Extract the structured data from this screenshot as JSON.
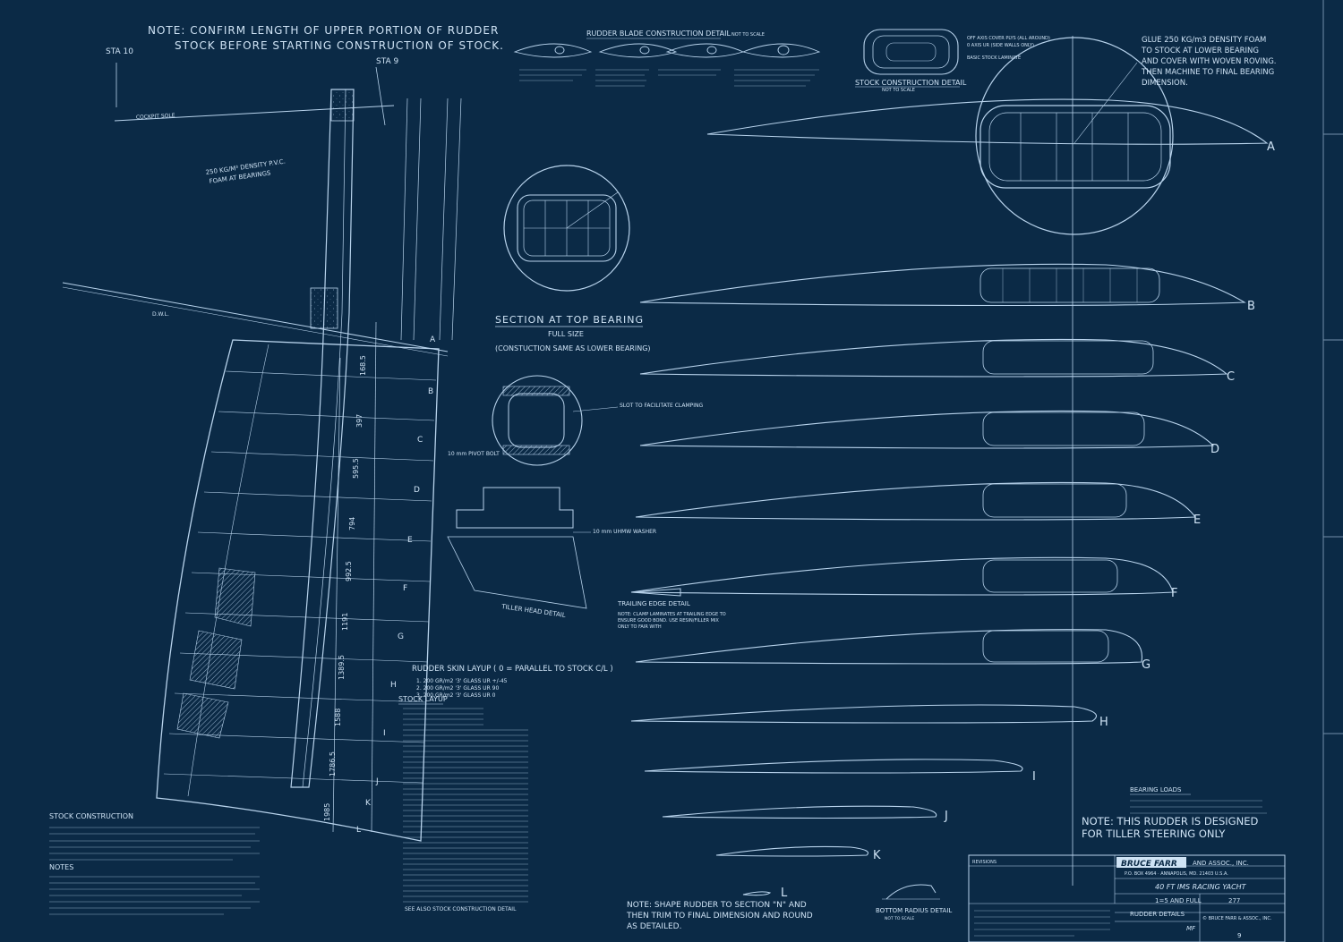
{
  "notes": {
    "confirm_length_1": "NOTE: CONFIRM LENGTH OF UPPER PORTION OF RUDDER",
    "confirm_length_2": "STOCK BEFORE STARTING CONSTRUCTION OF STOCK.",
    "sta10": "STA 10",
    "sta9": "STA 9",
    "cockpit_sole": "COCKPIT SOLE",
    "dwl": "D.W.L.",
    "foam_label_1": "250 KG/M³ DENSITY P.V.C.",
    "foam_label_2": "FOAM AT BEARINGS",
    "shape_rudder_1": "NOTE: SHAPE RUDDER TO SECTION \"N\" AND",
    "shape_rudder_2": "THEN TRIM TO FINAL DIMENSION AND ROUND",
    "shape_rudder_3": "AS DETAILED.",
    "tiller_1": "NOTE: THIS RUDDER IS DESIGNED",
    "tiller_2": "FOR TILLER STEERING ONLY",
    "glue_1": "GLUE 250 KG/m3 DENSITY FOAM",
    "glue_2": "TO STOCK AT LOWER BEARING",
    "glue_3": "AND COVER WITH WOVEN ROVING.",
    "glue_4": "THEN MACHINE TO FINAL BEARING",
    "glue_5": "DIMENSION."
  },
  "details": {
    "blade_construction": "RUDDER BLADE CONSTRUCTION DETAIL",
    "not_to_scale": "NOT TO SCALE",
    "stock_construction_detail": "STOCK CONSTRUCTION DETAIL",
    "off_axis": "OFF AXIS COVER PLYS (ALL AROUND)",
    "zero_axis": "0 AXIS UR (SIDE WALLS ONLY)",
    "basic_stock": "BASIC STOCK LAMINATE",
    "section_top": "SECTION AT TOP BEARING",
    "full_size": "FULL SIZE",
    "construction_same": "(CONSTUCTION SAME AS LOWER BEARING)",
    "slot_label": "SLOT TO FACILITATE CLAMPING",
    "pivot_bolt": "10 mm PIVOT BOLT",
    "uhmw_washer": "10 mm UHMW WASHER",
    "tiller_head": "TILLER HEAD DETAIL",
    "trailing_edge": "TRAILING EDGE DETAIL",
    "trailing_note_1": "NOTE: CLAMP LAMINATES AT TRAILING EDGE TO",
    "trailing_note_2": "ENSURE GOOD BOND. USE RESIN/FILLER MIX",
    "trailing_note_3": "ONLY TO FAIR WITH",
    "bottom_radius": "BOTTOM RADIUS DETAIL",
    "skin_layup": "RUDDER SKIN LAYUP ( 0 = PARALLEL TO STOCK C/L )",
    "skin_row_1": "1. 200 GR/m2 '3' GLASS UR +/-45",
    "skin_row_2": "2. 200 GR/m2 '3' GLASS UR 90",
    "skin_row_3": "3. 200 GR/m2 '3' GLASS UR 0",
    "stock_layup": "STOCK LAYUP",
    "see_also": "SEE ALSO STOCK CONSTRUCTION DETAIL",
    "stock_construction": "STOCK CONSTRUCTION",
    "notes": "NOTES",
    "bearing_loads": "BEARING LOADS"
  },
  "sections": [
    "A",
    "B",
    "C",
    "D",
    "E",
    "F",
    "G",
    "H",
    "I",
    "J",
    "K",
    "L"
  ],
  "dims": {
    "d1": "168.5",
    "d2": "397",
    "d3": "595.5",
    "d4": "794",
    "d5": "992.5",
    "d6": "1191",
    "d7": "1389.5",
    "d8": "1588",
    "d9": "1786.5",
    "d10": "1985"
  },
  "title_block": {
    "firm": "BRUCE FARR",
    "assoc": "AND ASSOC., INC.",
    "address": "P.O. BOX 4964 · ANNAPOLIS, MD. 21403 U.S.A.",
    "project": "40 FT IMS RACING YACHT",
    "scale": "1=5 AND FULL",
    "design_no": "277",
    "drawing_title": "RUDDER DETAILS",
    "drawn_by": "MF",
    "sheet_no": "9",
    "copyright": "© BRUCE FARR & ASSOC., INC.",
    "revisions": "REVISIONS"
  }
}
